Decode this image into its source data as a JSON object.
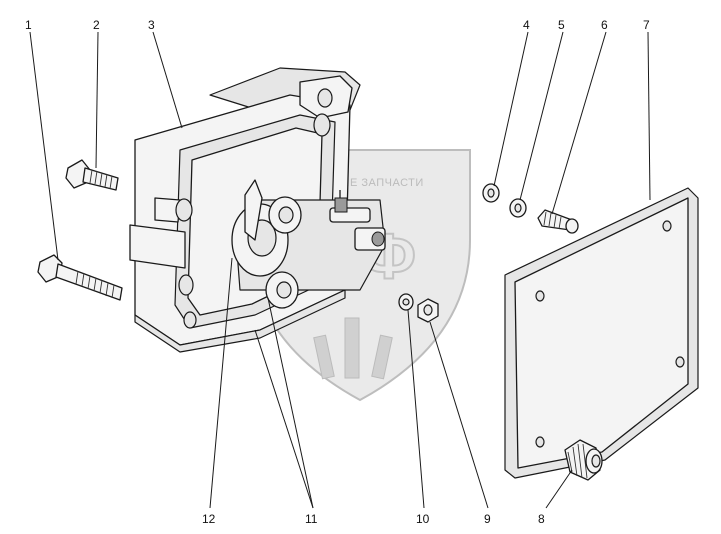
{
  "diagram": {
    "callouts": [
      {
        "id": "1",
        "label": "1"
      },
      {
        "id": "2",
        "label": "2"
      },
      {
        "id": "3",
        "label": "3"
      },
      {
        "id": "4",
        "label": "4"
      },
      {
        "id": "5",
        "label": "5"
      },
      {
        "id": "6",
        "label": "6"
      },
      {
        "id": "7",
        "label": "7"
      },
      {
        "id": "8",
        "label": "8"
      },
      {
        "id": "9",
        "label": "9"
      },
      {
        "id": "10",
        "label": "10"
      },
      {
        "id": "11",
        "label": "11"
      },
      {
        "id": "12",
        "label": "12"
      }
    ],
    "watermark": {
      "caption": "ЗАПАСНЫЕ ЗАПЧАСТИ",
      "letters": "ЭПФ"
    }
  }
}
